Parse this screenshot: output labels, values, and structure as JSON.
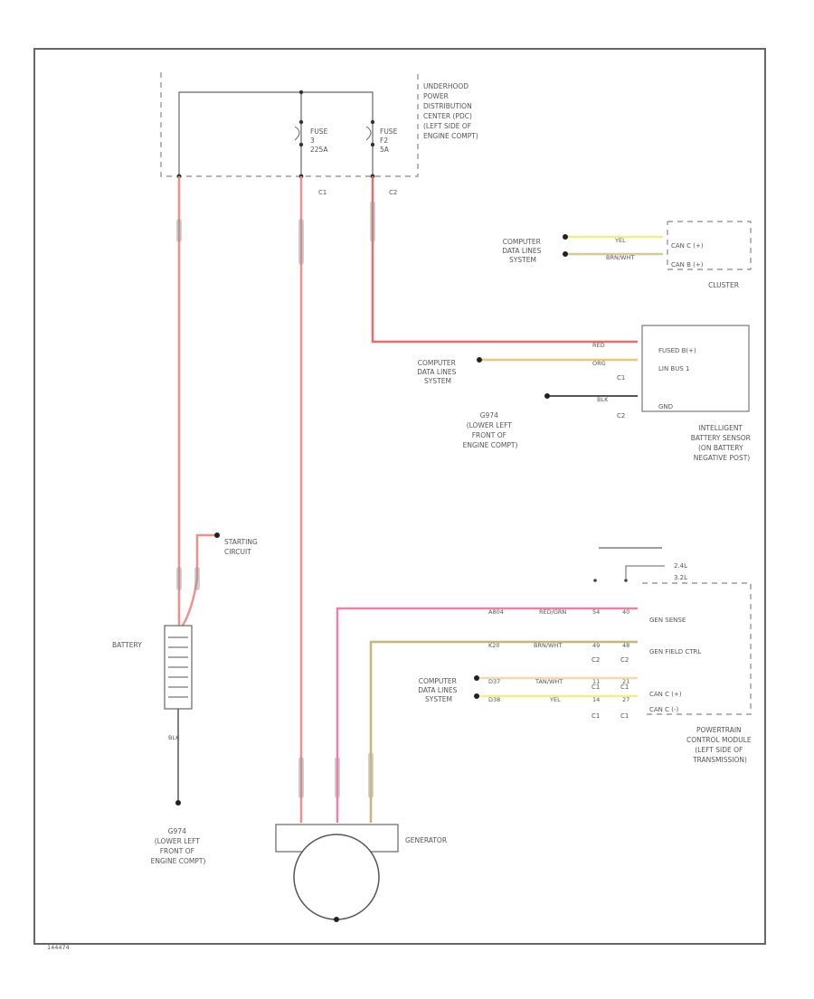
{
  "diagram": {
    "footer_code": "144474",
    "pdc": {
      "label": [
        "UNDERHOOD",
        "POWER",
        "DISTRIBUTION",
        "CENTER (PDC)",
        "(LEFT SIDE OF",
        "ENGINE COMPT)"
      ],
      "fuse_a": [
        "FUSE",
        "3",
        "225A"
      ],
      "fuse_b": [
        "FUSE",
        "F2",
        "5A"
      ],
      "pin_a": "C1",
      "pin_b": "C2"
    },
    "cluster": {
      "title": "CLUSTER",
      "pins": [
        "CAN C (+)",
        "CAN B (+)"
      ],
      "computer_label": [
        "COMPUTER",
        "DATA LINES",
        "SYSTEM"
      ],
      "wires": [
        "YEL",
        "BRN/WHT"
      ]
    },
    "ibs": {
      "title": [
        "INTELLIGENT",
        "BATTERY SENSOR",
        "(ON BATTERY",
        "NEGATIVE POST)"
      ],
      "pins": [
        "FUSED B(+)",
        "LIN BUS 1",
        "GND"
      ],
      "connector_c1": "C1",
      "connector_c2": "C2",
      "wires": [
        "RED",
        "ORG",
        "BLK"
      ],
      "computer_label": [
        "COMPUTER",
        "DATA LINES",
        "SYSTEM"
      ],
      "ground_label": [
        "G974",
        "(LOWER LEFT",
        "FRONT OF",
        "ENGINE COMPT)"
      ]
    },
    "starting": [
      "STARTING",
      "CIRCUIT"
    ],
    "battery": "BATTERY",
    "battery_ground_wire": "BLK",
    "battery_ground": [
      "G974",
      "(LOWER LEFT",
      "FRONT OF",
      "ENGINE COMPT)"
    ],
    "generator": "GENERATOR",
    "pcm": {
      "title": [
        "POWERTRAIN",
        "CONTROL MODULE",
        "(LEFT SIDE OF",
        "TRANSMISSION)"
      ],
      "pins": [
        "GEN SENSE",
        "GEN FIELD CTRL",
        "CAN C (+)",
        "CAN C (-)"
      ],
      "engine_labels": [
        "2.4L",
        "3.2L"
      ],
      "wire_codes": [
        "A804",
        "K20",
        "D37",
        "D38"
      ],
      "wire_colors": [
        "RED/GRN",
        "BRN/WHT",
        "TAN/WHT",
        "YEL"
      ],
      "computer_label": [
        "COMPUTER",
        "DATA LINES",
        "SYSTEM"
      ],
      "pin_left": [
        "54",
        "49",
        "11",
        "14"
      ],
      "pin_right": [
        "40",
        "48",
        "21",
        "27"
      ],
      "conn_left": [
        "C2",
        "C1",
        "C1"
      ],
      "conn_right": [
        "C2",
        "C1",
        "C1"
      ]
    },
    "colors": {
      "red_wire": "#f28e8e",
      "pink_wire": "#ee7fa6",
      "yellow_wire": "#f2ef8a",
      "orange_wire": "#f5c27a",
      "olive_wire": "#c9b47a",
      "ground_wire": "#555555",
      "frame": "#666666"
    }
  }
}
